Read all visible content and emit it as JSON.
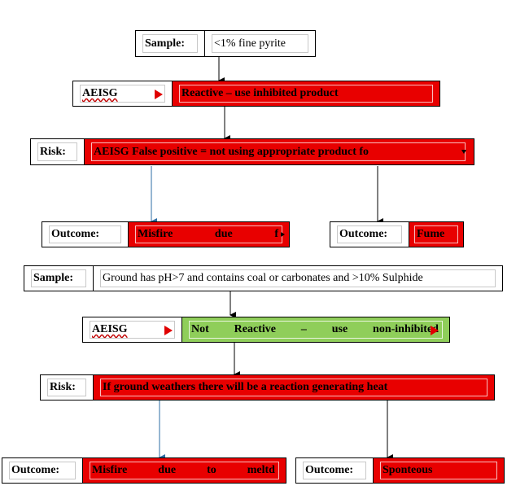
{
  "flow1": {
    "sample": {
      "label": "Sample:",
      "value": "<1% fine pyrite"
    },
    "aeisg": {
      "label": "AEISG",
      "value": "Reactive – use inhibited product"
    },
    "risk": {
      "label": "Risk:",
      "value": "AEISG False positive = not using appropriate product fo"
    },
    "outcome_left": {
      "label": "Outcome:",
      "words": [
        "Misfire",
        "due",
        "f"
      ]
    },
    "outcome_right": {
      "label": "Outcome:",
      "value": "Fume"
    }
  },
  "flow2": {
    "sample": {
      "label": "Sample:",
      "value": "Ground has pH>7 and contains coal or carbonates and >10% Sulphide"
    },
    "aeisg": {
      "label": "AEISG",
      "words": [
        "Not",
        "Reactive",
        "–",
        "use",
        "non-inhibited"
      ]
    },
    "risk": {
      "label": "Risk:",
      "value": "If ground weathers there will be a reaction generating heat"
    },
    "outcome_left": {
      "label": "Outcome:",
      "words": [
        "Misfire",
        "due",
        "to",
        "meltd"
      ]
    },
    "outcome_right": {
      "label": "Outcome:",
      "value": "Sponteous"
    }
  },
  "colors": {
    "reactive": "#e80000",
    "not_reactive": "#8fce5a",
    "arrow_blue": "#2e6da4",
    "arrow_black": "#000000"
  }
}
